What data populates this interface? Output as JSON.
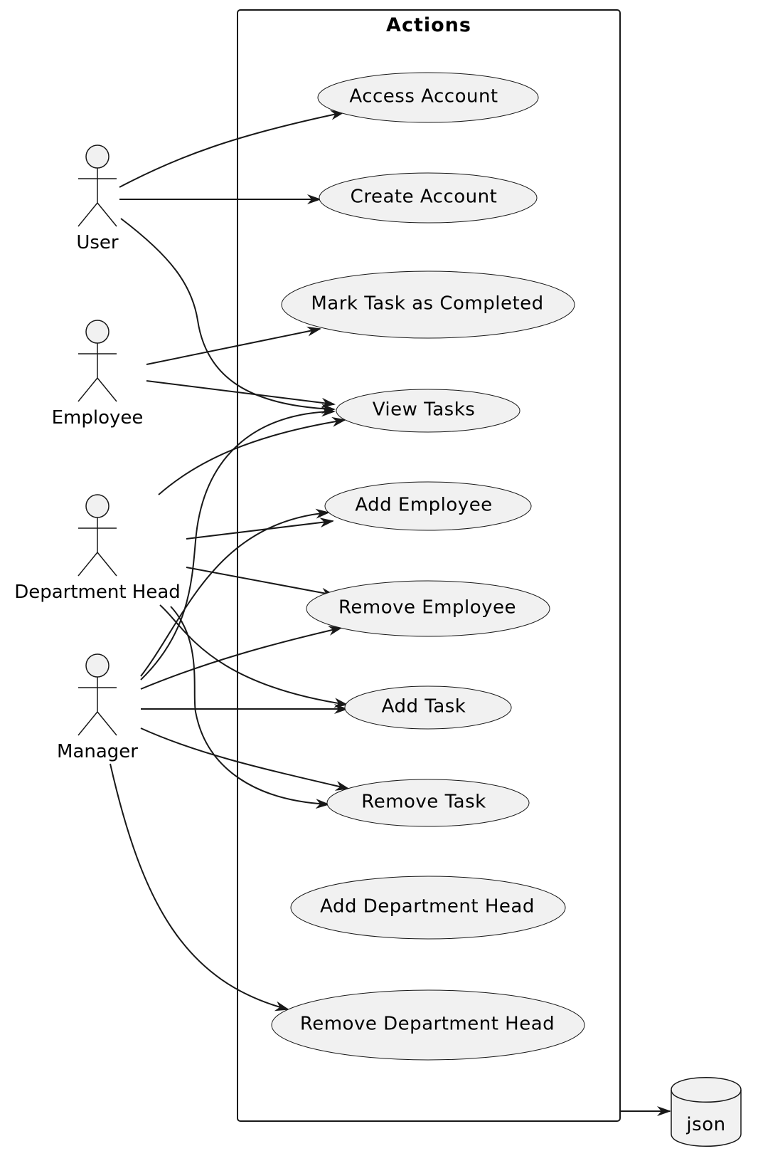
{
  "diagram": {
    "container_title": "Actions",
    "actors": [
      {
        "id": "user",
        "label": "User"
      },
      {
        "id": "employee",
        "label": "Employee"
      },
      {
        "id": "department_head",
        "label": "Department Head"
      },
      {
        "id": "manager",
        "label": "Manager"
      }
    ],
    "use_cases": [
      {
        "id": "access_account",
        "label": "Access Account"
      },
      {
        "id": "create_account",
        "label": "Create Account"
      },
      {
        "id": "mark_task_completed",
        "label": "Mark Task as Completed"
      },
      {
        "id": "view_tasks",
        "label": "View Tasks"
      },
      {
        "id": "add_employee",
        "label": "Add Employee"
      },
      {
        "id": "remove_employee",
        "label": "Remove Employee"
      },
      {
        "id": "add_task",
        "label": "Add Task"
      },
      {
        "id": "remove_task",
        "label": "Remove Task"
      },
      {
        "id": "add_department_head",
        "label": "Add Department Head"
      },
      {
        "id": "remove_department_head",
        "label": "Remove Department Head"
      }
    ],
    "database": {
      "id": "json",
      "label": "json"
    },
    "relations": [
      {
        "from": "user",
        "to": "access_account"
      },
      {
        "from": "user",
        "to": "create_account"
      },
      {
        "from": "user",
        "to": "view_tasks"
      },
      {
        "from": "employee",
        "to": "mark_task_completed"
      },
      {
        "from": "employee",
        "to": "view_tasks"
      },
      {
        "from": "department_head",
        "to": "view_tasks"
      },
      {
        "from": "department_head",
        "to": "add_employee"
      },
      {
        "from": "department_head",
        "to": "remove_employee"
      },
      {
        "from": "department_head",
        "to": "add_task"
      },
      {
        "from": "department_head",
        "to": "remove_task"
      },
      {
        "from": "manager",
        "to": "view_tasks"
      },
      {
        "from": "manager",
        "to": "add_employee"
      },
      {
        "from": "manager",
        "to": "remove_employee"
      },
      {
        "from": "manager",
        "to": "add_task"
      },
      {
        "from": "manager",
        "to": "remove_task"
      },
      {
        "from": "manager",
        "to": "remove_department_head"
      },
      {
        "from": "actions_container",
        "to": "json"
      }
    ]
  }
}
